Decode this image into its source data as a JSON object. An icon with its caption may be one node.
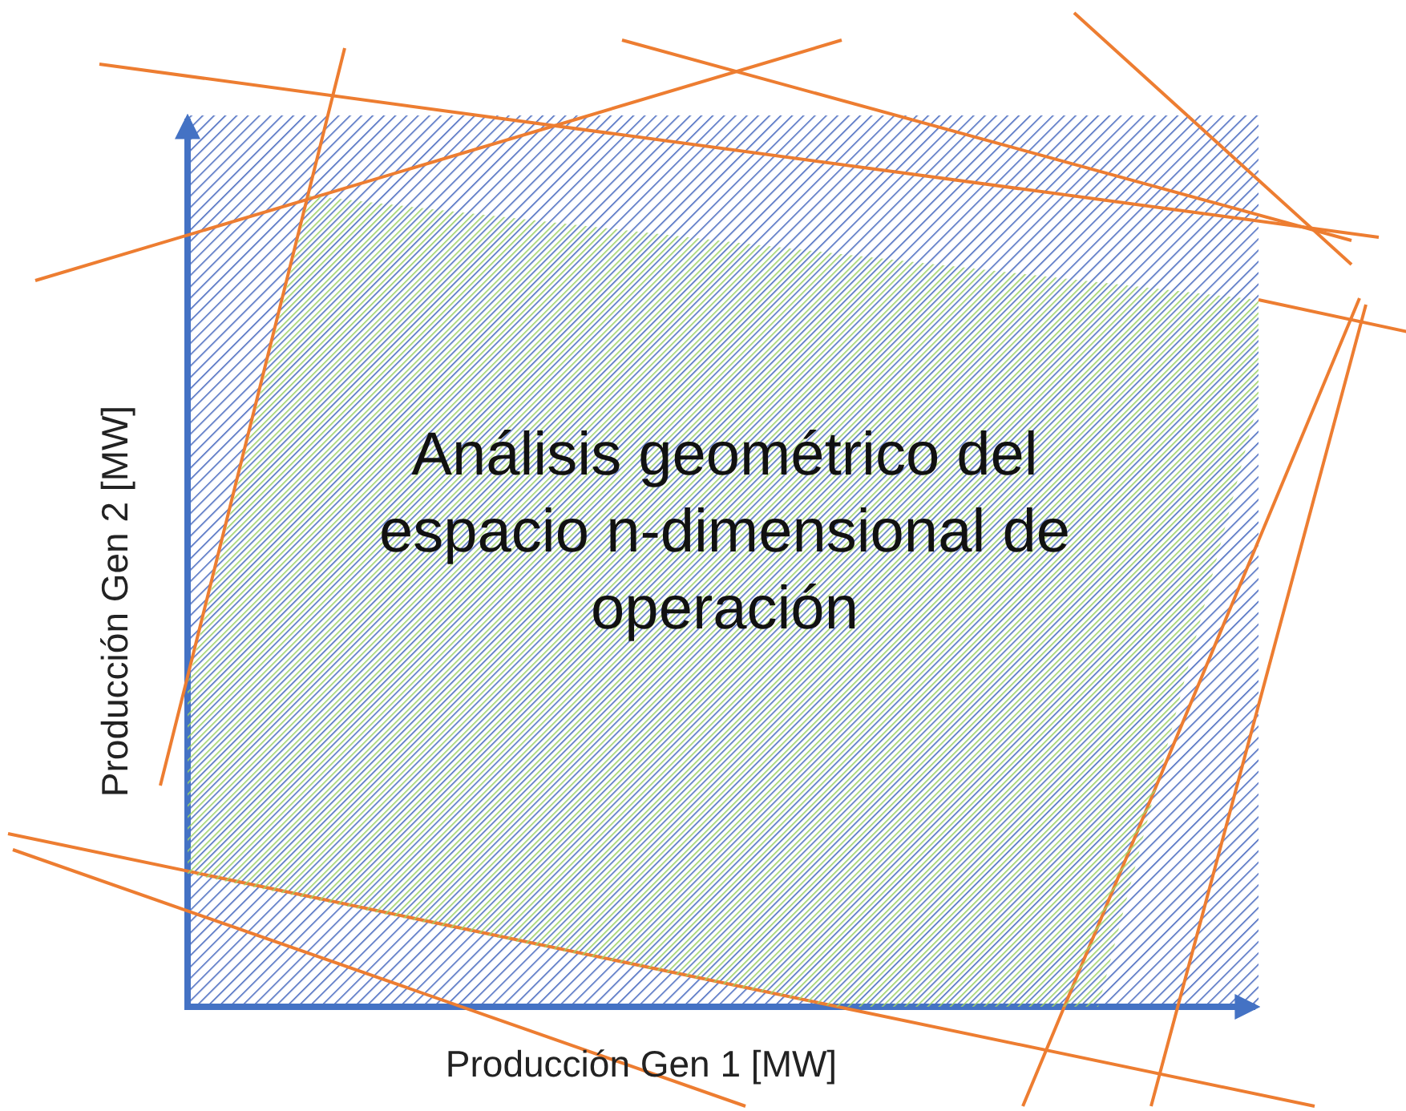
{
  "diagram": {
    "nodes": [
      {
        "text": [
          "Análisis geométrico del espacio n-dimensional de operación"
        ]
      }
    ],
    "labels": [
      "Producción Gen 2 [MW]",
      "Producción Gen 1 [MW]"
    ]
  }
}
